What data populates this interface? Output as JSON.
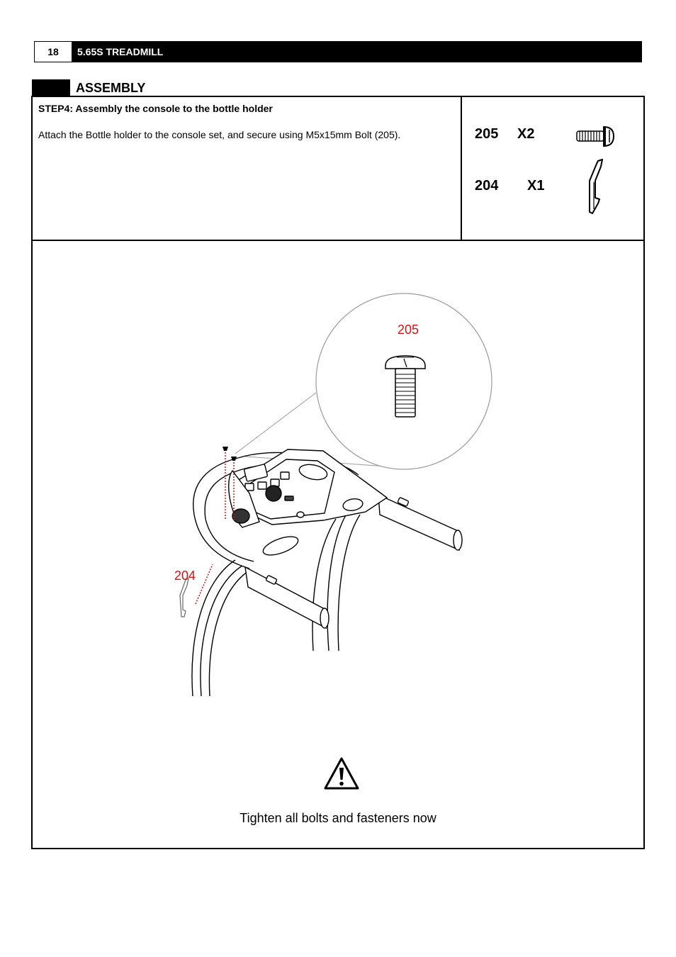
{
  "header": {
    "page_number": "18",
    "title": "5.65S TREADMILL"
  },
  "section": {
    "title": "ASSEMBLY"
  },
  "step": {
    "title": "STEP4: Assembly the console to the bottle holder",
    "description": "Attach the Bottle holder to the console set, and secure using M5x15mm Bolt (205)."
  },
  "parts": [
    {
      "number": "205",
      "quantity": "X2",
      "icon": "bolt-icon"
    },
    {
      "number": "204",
      "quantity": "X1",
      "icon": "bottle-holder-bracket-icon"
    }
  ],
  "diagram": {
    "callout_bolt": "205",
    "callout_holder": "204"
  },
  "caution": {
    "icon": "warning-triangle-icon",
    "text": "Tighten all bolts and fasteners now"
  }
}
